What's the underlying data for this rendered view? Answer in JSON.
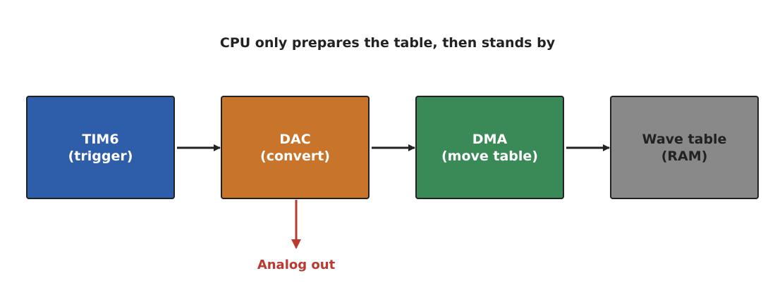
{
  "title": "CPU only prepares the table, then stands by",
  "colors": {
    "stroke": "#222222",
    "output_arrow": "#b93a2e"
  },
  "blocks": [
    {
      "line1": "TIM6",
      "line2": "(trigger)",
      "fill": "#2e5ea9",
      "text_color": "#ffffff"
    },
    {
      "line1": "DAC",
      "line2": "(convert)",
      "fill": "#c8742b",
      "text_color": "#ffffff"
    },
    {
      "line1": "DMA",
      "line2": "(move table)",
      "fill": "#3a8a57",
      "text_color": "#ffffff"
    },
    {
      "line1": "Wave table",
      "line2": "(RAM)",
      "fill": "#898989",
      "text_color": "#222222"
    }
  ],
  "output_label": "Analog out"
}
